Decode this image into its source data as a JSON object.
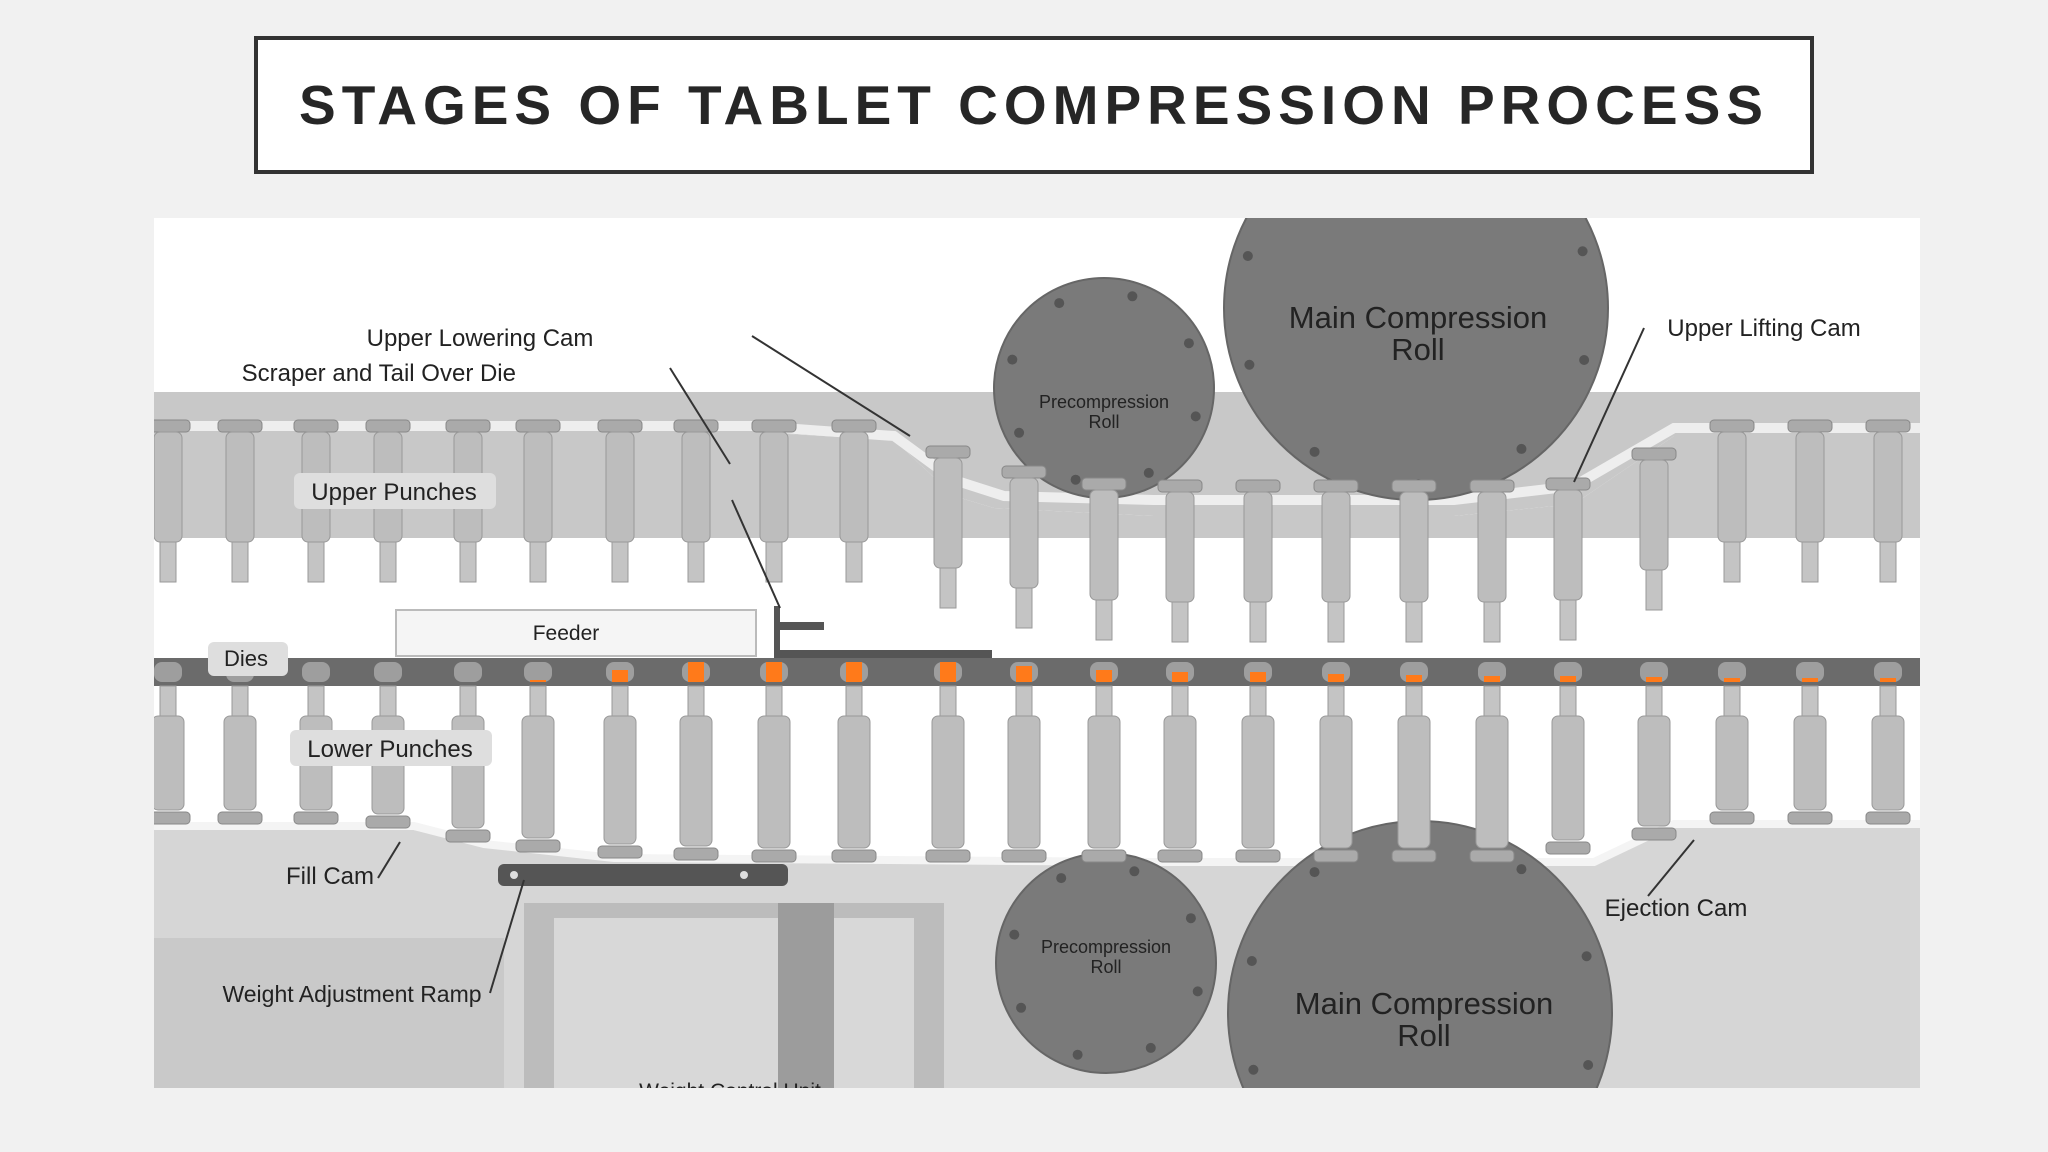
{
  "title": "STAGES OF TABLET COMPRESSION PROCESS",
  "labels": {
    "upper_lowering_cam": "Upper  Lowering Cam",
    "scraper": "Scraper and Tail Over Die",
    "upper_punches": "Upper Punches",
    "feeder": "Feeder",
    "dies": "Dies",
    "lower_punches": "Lower Punches",
    "fill_cam": "Fill Cam",
    "weight_adjustment_ramp": "Weight Adjustment Ramp",
    "weight_control_unit": "Weight Control Unit",
    "precompression_roll_top_1": "Precompression",
    "precompression_roll_top_2": "Roll",
    "main_compression_roll_top_1": "Main Compression",
    "main_compression_roll_top_2": "Roll",
    "upper_lifting_cam": "Upper  Lifting Cam",
    "precompression_roll_bottom_1": "Precompression",
    "precompression_roll_bottom_2": "Roll",
    "main_compression_roll_bottom_1": "Main Compression",
    "main_compression_roll_bottom_2": "Roll",
    "ejection_cam": "Ejection Cam"
  },
  "colors": {
    "background": "#f1f1f1",
    "panel": "#ffffff",
    "cam_body": "#c8c8c8",
    "punch": "#bdbdbd",
    "roll": "#7a7a7a",
    "die_bar": "#5f5f5f",
    "powder": "#ff7a1a",
    "title_border": "#333333"
  }
}
